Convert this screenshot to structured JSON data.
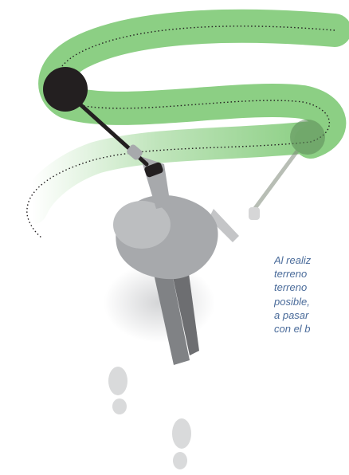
{
  "caption": {
    "lines": [
      "Al realiz",
      "terreno",
      "terreno",
      "posible,",
      "a pasar",
      "con el b"
    ]
  },
  "colors": {
    "sweep_band": "#8ccf84",
    "detector_head_dark": "#231f20",
    "detector_head_faded": "#7f9a74",
    "operator_clothing": "#a7a9ac",
    "operator_legs": "#808285",
    "footprints": "#d9dadb",
    "caption_text": "#4a6b9a"
  },
  "icons": {
    "detector": "metal-detector-icon",
    "operator": "operator-figure-icon",
    "footprint": "footprint-icon"
  }
}
